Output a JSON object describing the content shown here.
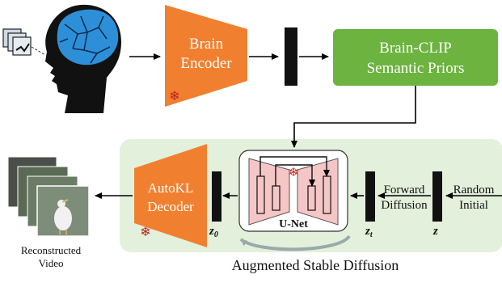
{
  "brain_encoder": {
    "line1": "Brain",
    "line2": "Encoder"
  },
  "brain_clip": {
    "line1": "Brain-CLIP",
    "line2": "Semantic Priors"
  },
  "autokl_decoder": {
    "line1": "AutoKL",
    "line2": "Decoder"
  },
  "unet": {
    "label": "U-Net"
  },
  "forward_diffusion": {
    "line1": "Forward",
    "line2": "Diffusion"
  },
  "random_initial": {
    "line1": "Random",
    "line2": "Initial"
  },
  "latents": {
    "z0_base": "z",
    "z0_sub": "0",
    "zt_base": "z",
    "zt_sub": "t",
    "z": "z"
  },
  "output": {
    "line1": "Reconstructed",
    "line2": "Video"
  },
  "region_title": "Augmented Stable Diffusion",
  "frozen_symbol": "❄",
  "icons": {
    "video_input": "video-frames-icon",
    "head": "human-head-brain-icon",
    "frozen": "snowflake-icon",
    "output_frames": "reconstructed-frames-icon"
  },
  "colors": {
    "orange": "#F08030",
    "green": "#6DB33F",
    "region_bg": "#E3F0DB",
    "unet_pink": "#F5C6C6",
    "latent_bar": "#111111",
    "brain_blue": "#2E8FD9",
    "snow_red": "#C0221B"
  }
}
